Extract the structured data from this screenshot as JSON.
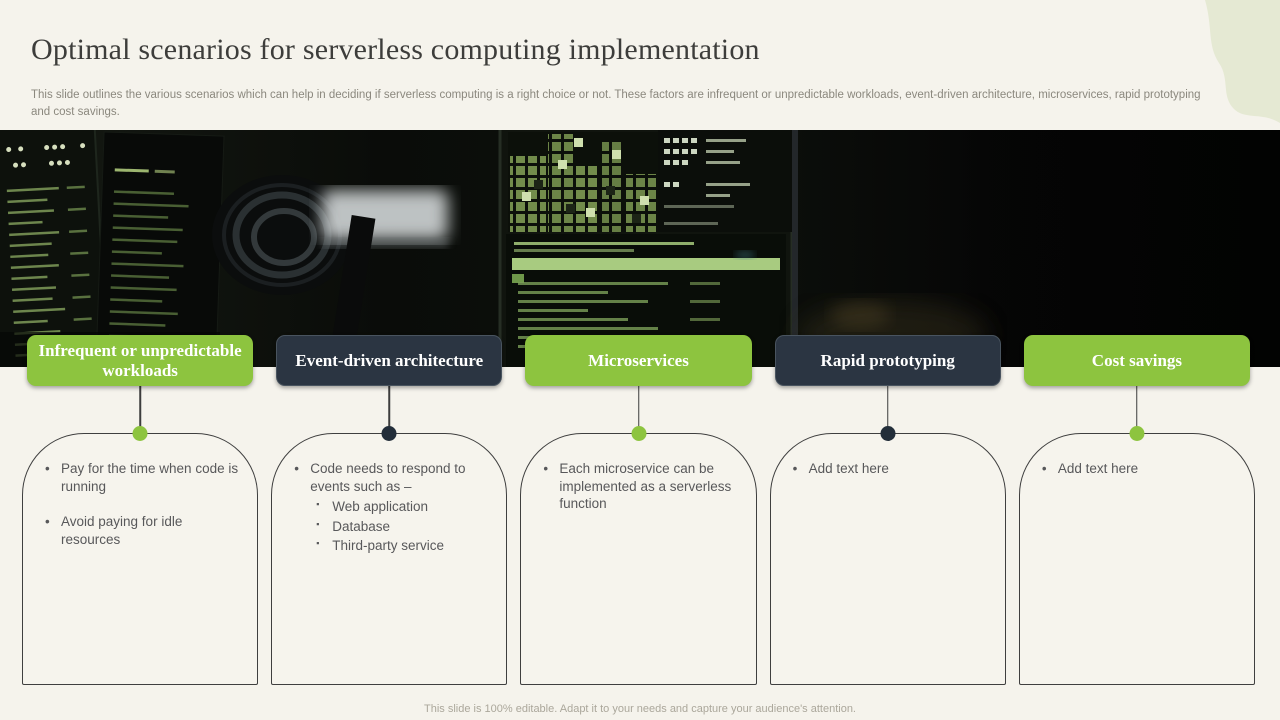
{
  "slide": {
    "title": "Optimal scenarios for serverless computing implementation",
    "subtitle": "This slide outlines the various scenarios which can help in deciding if serverless computing is a right choice or not.  These factors are infrequent or unpredictable workloads, event-driven architecture, microservices, rapid prototyping and cost savings.",
    "footer": "This slide is 100% editable. Adapt it to your needs and capture your audience's attention."
  },
  "colors": {
    "accent_green": "#8dc43f",
    "accent_dark": "#2b3542",
    "background": "#f5f3ec",
    "card_border": "#3f3f3f"
  },
  "columns": [
    {
      "label": "Infrequent or unpredictable workloads",
      "style": "green",
      "bullets": [
        {
          "text": "Pay for the time when code is running",
          "sub": []
        },
        {
          "text": "Avoid paying for idle resources",
          "sub": []
        }
      ]
    },
    {
      "label": "Event-driven architecture",
      "style": "dark",
      "bullets": [
        {
          "text": "Code needs to respond to events such as –",
          "sub": [
            "Web application",
            "Database",
            "Third-party service"
          ]
        }
      ]
    },
    {
      "label": "Microservices",
      "style": "green",
      "bullets": [
        {
          "text": "Each microservice can be implemented as a serverless function",
          "sub": []
        }
      ]
    },
    {
      "label": "Rapid prototyping",
      "style": "dark",
      "bullets": [
        {
          "text": "Add text here",
          "sub": []
        }
      ]
    },
    {
      "label": "Cost savings",
      "style": "green",
      "bullets": [
        {
          "text": "Add text here",
          "sub": []
        }
      ]
    }
  ]
}
